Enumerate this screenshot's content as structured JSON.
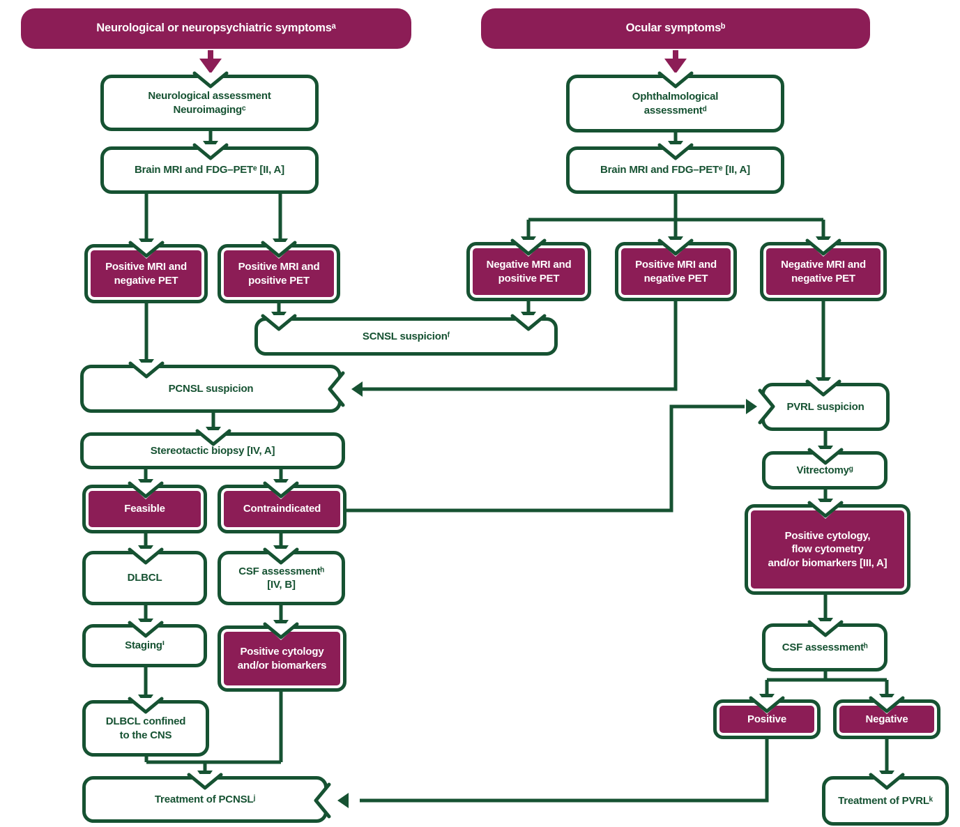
{
  "diagram": {
    "colors": {
      "accent_magenta": "#8C1D56",
      "accent_green": "#165232",
      "background": "#FFFFFF",
      "box_text_on_magenta": "#FFFFFF"
    },
    "nodes": {
      "header_left": {
        "label": "Neurological or neuropsychiatric symptomsᵃ"
      },
      "header_right": {
        "label": "Ocular symptomsᵇ"
      },
      "neuro_assessment": {
        "label": "Neurological assessment\nNeuroimagingᶜ"
      },
      "brain_mri_left": {
        "label": "Brain MRI and FDG–PETᵉ [II, A]"
      },
      "ophthalmological": {
        "label": "Ophthalmological\nassessmentᵈ"
      },
      "brain_mri_right": {
        "label": "Brain MRI and FDG–PETᵉ [II, A]"
      },
      "pos_mri_neg_pet_left": {
        "label": "Positive MRI and\nnegative PET"
      },
      "pos_mri_pos_pet_left": {
        "label": "Positive MRI and\npositive PET"
      },
      "neg_mri_pos_pet": {
        "label": "Negative MRI and\npositive PET"
      },
      "pos_mri_neg_pet_right": {
        "label": "Positive MRI and\nnegative PET"
      },
      "neg_mri_neg_pet": {
        "label": "Negative MRI and\nnegative PET"
      },
      "scnsl_suspicion": {
        "label": "SCNSL suspicionᶠ"
      },
      "pcnsl_suspicion": {
        "label": "PCNSL suspicion"
      },
      "stereotactic_biopsy": {
        "label": "Stereotactic biopsy [IV, A]"
      },
      "feasible": {
        "label": "Feasible"
      },
      "contraindicated": {
        "label": "Contraindicated"
      },
      "dlbcl": {
        "label": "DLBCL"
      },
      "csf_assessment_left": {
        "label": "CSF assessmentʰ\n[IV, B]"
      },
      "staging": {
        "label": "Stagingⁱ"
      },
      "pos_cytology_left": {
        "label": "Positive cytology\nand/or biomarkers"
      },
      "dlbcl_confined": {
        "label": "DLBCL confined\nto the CNS"
      },
      "treatment_pcnsl": {
        "label": "Treatment of PCNSLʲ"
      },
      "pvrl_suspicion": {
        "label": "PVRL suspicion"
      },
      "vitrectomy": {
        "label": "Vitrectomyᵍ"
      },
      "pos_cytology_right": {
        "label": "Positive cytology,\nflow cytometry\nand/or biomarkers [III, A]"
      },
      "csf_assessment_right": {
        "label": "CSF assessmentʰ"
      },
      "positive": {
        "label": "Positive"
      },
      "negative": {
        "label": "Negative"
      },
      "treatment_pvrl": {
        "label": "Treatment of PVRLᵏ"
      }
    }
  }
}
